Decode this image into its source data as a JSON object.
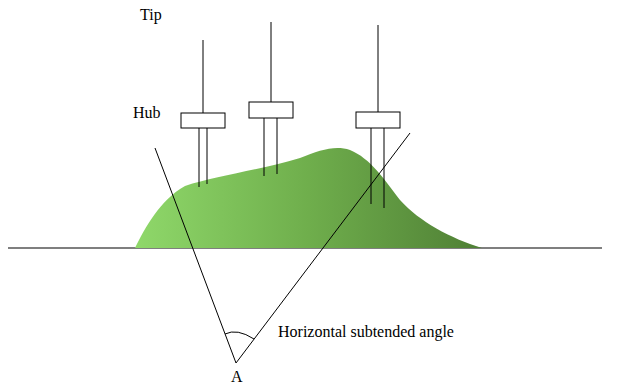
{
  "diagram": {
    "labels": [
      "Tip",
      "Hub",
      "Horizontal subtended angle",
      "A"
    ]
  }
}
